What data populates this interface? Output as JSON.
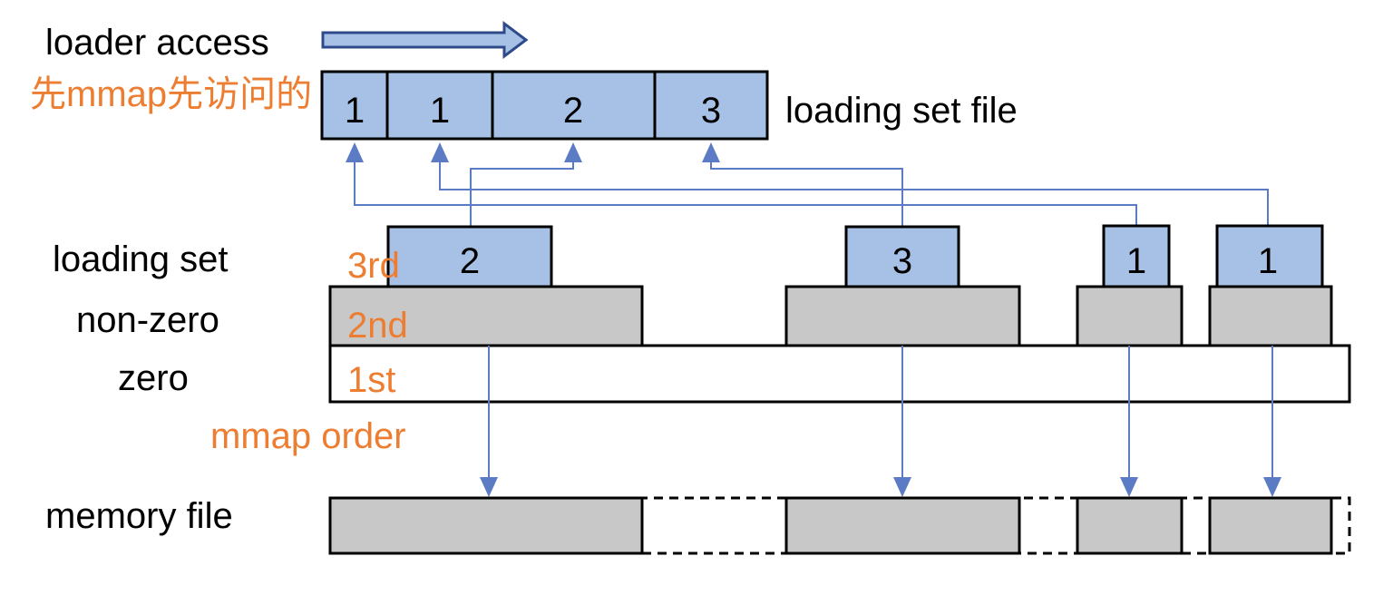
{
  "colors": {
    "blue_fill": "#A6C1E5",
    "gray_fill": "#C8C8C8",
    "arrow": "#5B7BC4",
    "orange_text": "#ED7D31"
  },
  "labels": {
    "loader_access": "loader access",
    "chinese_note": "先mmap先访问的",
    "loading_set_file": "loading set file",
    "loading_set": "loading set",
    "non_zero": "non-zero",
    "zero": "zero",
    "memory_file": "memory file",
    "third": "3rd",
    "second": "2nd",
    "first": "1st",
    "mmap_order": "mmap order"
  },
  "file_segments": [
    "1",
    "1",
    "2",
    "3"
  ],
  "loading_set_blocks": [
    "2",
    "3",
    "1",
    "1"
  ]
}
